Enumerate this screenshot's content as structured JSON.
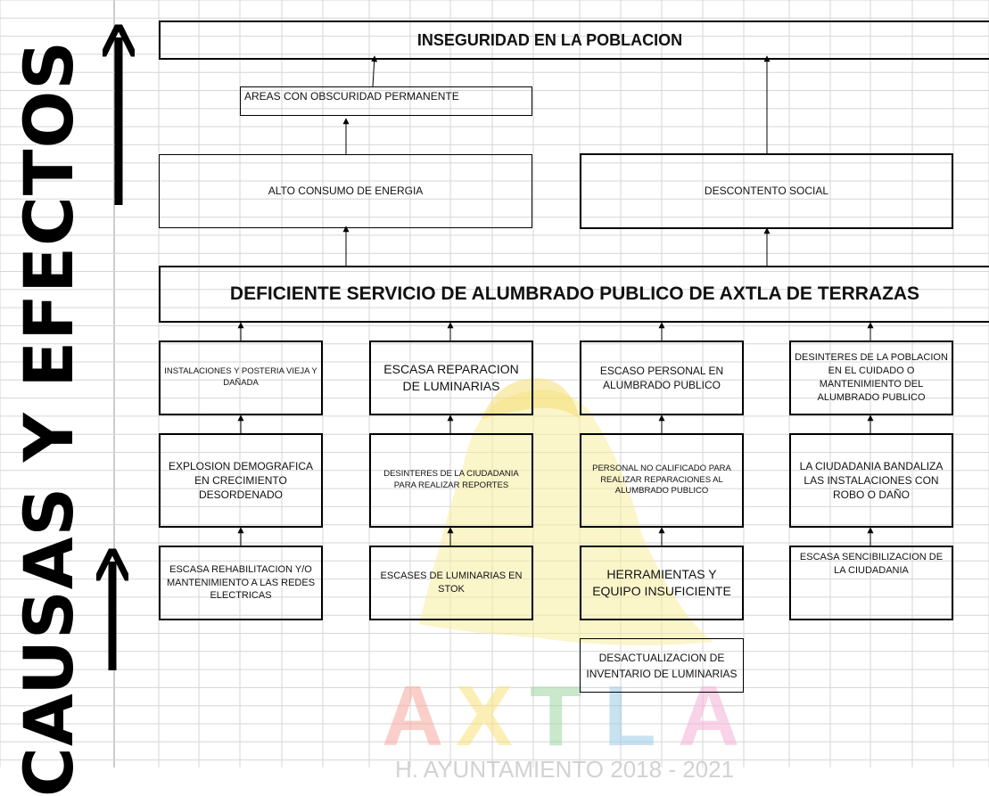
{
  "side_label": "CAUSAS Y EFECTOS",
  "effects": {
    "top": "INSEGURIDAD EN LA POBLACION",
    "areas": "AREAS CON OBSCURIDAD PERMANENTE",
    "energia": "ALTO CONSUMO DE ENERGIA",
    "descontento": "DESCONTENTO SOCIAL"
  },
  "core_problem": "DEFICIENTE SERVICIO DE ALUMBRADO PUBLICO  DE AXTLA DE TERRAZAS",
  "causes": {
    "row1": [
      "INSTALACIONES Y POSTERIA VIEJA Y DAÑADA",
      "ESCASA REPARACION DE LUMINARIAS",
      "ESCASO PERSONAL EN ALUMBRADO PUBLICO",
      "DESINTERES DE LA POBLACION EN EL CUIDADO O MANTENIMIENTO DEL ALUMBRADO PUBLICO"
    ],
    "row2": [
      "EXPLOSION DEMOGRAFICA EN CRECIMIENTO DESORDENADO",
      "DESINTERES DE LA CIUDADANIA PARA REALIZAR REPORTES",
      "PERSONAL NO CALIFICADO PARA REALIZAR REPARACIONES AL ALUMBRADO PUBLICO",
      "LA CIUDADANIA BANDALIZA LAS INSTALACIONES CON ROBO O DAÑO"
    ],
    "row3": [
      "ESCASA REHABILITACION Y/O MANTENIMIENTO A LAS REDES ELECTRICAS",
      "ESCASES  DE LUMINARIAS EN STOK",
      "HERRAMIENTAS Y EQUIPO INSUFICIENTE",
      "ESCASA SENCIBILIZACION DE LA CIUDADANIA"
    ],
    "row4": "DESACTUALIZACION DE INVENTARIO DE LUMINARIAS"
  },
  "watermark": {
    "logo_text": "AXTLA",
    "tagline": "H. AYUNTAMIENTO 2018 - 2021",
    "colors": [
      "#f6a8a0",
      "#f8e27a",
      "#9ed7a4",
      "#9ecbe6",
      "#f5b0d5"
    ]
  }
}
